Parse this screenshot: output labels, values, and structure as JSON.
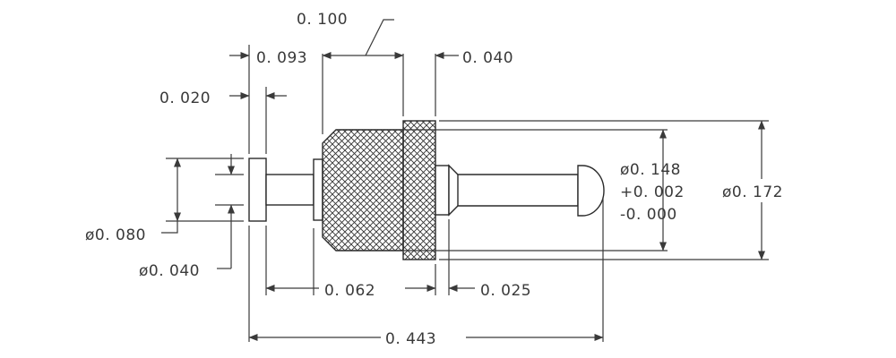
{
  "dimensions": {
    "overall_length": "0. 443",
    "body_length": "0. 100",
    "head_offset": "0. 093",
    "flange_thickness": "0. 040",
    "head_thickness": "0. 020",
    "head_diameter": "ø0. 080",
    "shank_diameter": "ø0. 040",
    "knurl_length": "0. 062",
    "neck_length": "0. 025",
    "flange_diameter": "ø0. 172",
    "body_diameter": "ø0. 148",
    "body_tol_plus": "+0. 002",
    "body_tol_minus": "-0. 000"
  }
}
